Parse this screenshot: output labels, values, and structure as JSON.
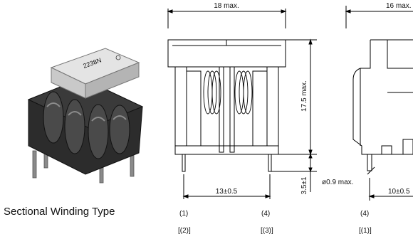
{
  "caption": "Sectional Winding Type",
  "photo": {
    "part_marking": "2238N"
  },
  "front_view": {
    "width_dim": "18 max.",
    "height_dim": "17.5 max.",
    "pin_spacing_dim": "13±0.5",
    "pin_length_dim": "3.5±1",
    "pin_left_label": "(1)",
    "pin_left_alt_label": "[(2)]",
    "pin_right_label": "(4)",
    "pin_right_alt_label": "[(3)]"
  },
  "side_view": {
    "width_dim": "16 max.",
    "pin_diameter_dim": "ø0.9 max.",
    "pin_spacing_dim": "10±0.5",
    "pin_label": "(4)",
    "pin_alt_label": "[(1)]"
  }
}
